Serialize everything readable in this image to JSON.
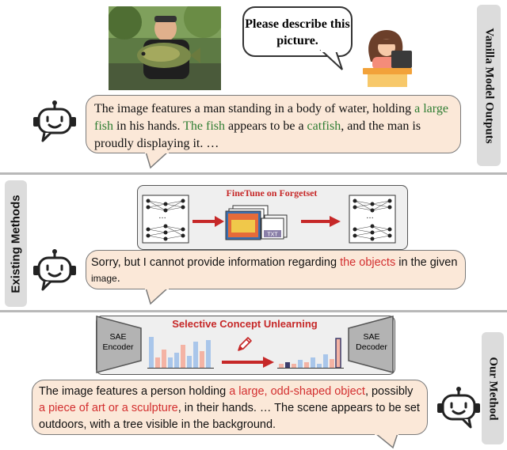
{
  "vanilla": {
    "label": "Vanilla Model Outputs",
    "user_prompt": "Please describe this picture.",
    "output": {
      "p1": "The image features a man standing in a body of water, holding ",
      "h1": "a large fish",
      "p2": " in his hands. ",
      "h2": "The fish",
      "p3": " appears to be a ",
      "h3": "catfish",
      "p4": ", and the man is proudly displaying it. …"
    }
  },
  "existing": {
    "label": "Existing Methods",
    "finetune_title": "FineTune on Forgetset",
    "ellipsis": "…",
    "txt_label": "TXT",
    "output": {
      "p1": "Sorry, but I cannot provide information regarding ",
      "h1": "the objects",
      "p2": " in the given ",
      "p3": "image",
      "p4": "."
    }
  },
  "ours": {
    "label": "Our Method",
    "title": "Selective Concept Unlearning",
    "encoder_label": "SAE\nEncoder",
    "decoder_label": "SAE\nDecoder",
    "output": {
      "p1": "The image features a person holding ",
      "h1": "a large, odd-shaped object",
      "p2": ", possibly ",
      "h2": "a piece of art or a sculpture",
      "p3": ", in their hands. … The scene appears to be set outdoors, with a tree visible in the background."
    }
  },
  "colors": {
    "bubble": "#fbe8d8",
    "highlight_green": "#2e7d32",
    "highlight_red": "#d32f2f",
    "bar_blue": "#a9c6ea",
    "bar_pink": "#f4b3a4",
    "arrow_red": "#c62828"
  }
}
